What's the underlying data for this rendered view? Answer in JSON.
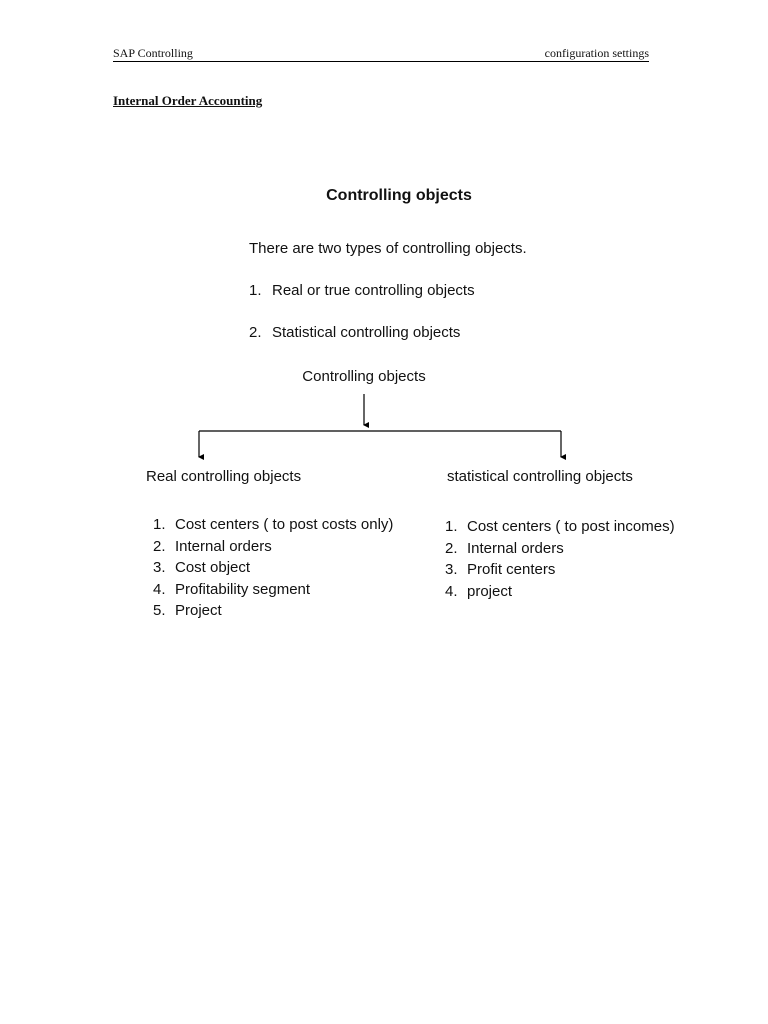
{
  "header": {
    "left": "SAP Controlling",
    "right": "configuration settings"
  },
  "section_title": "Internal Order Accounting",
  "figure": {
    "title": "Controlling objects",
    "intro": "There are two types of controlling objects.",
    "types": [
      {
        "num": "1.",
        "label": "Real or true controlling objects"
      },
      {
        "num": "2.",
        "label": "Statistical controlling objects"
      }
    ],
    "tree": {
      "root": "Controlling objects",
      "left": {
        "label": "Real controlling objects",
        "items": [
          {
            "num": "1.",
            "label": "Cost centers ( to post costs only)"
          },
          {
            "num": "2.",
            "label": "Internal orders"
          },
          {
            "num": "3.",
            "label": "Cost object"
          },
          {
            "num": "4.",
            "label": "Profitability segment"
          },
          {
            "num": "5.",
            "label": "Project"
          }
        ]
      },
      "right": {
        "label": "statistical controlling objects",
        "items": [
          {
            "num": "1.",
            "label": "Cost centers ( to post incomes)"
          },
          {
            "num": "2.",
            "label": "Internal orders"
          },
          {
            "num": "3.",
            "label": "Profit centers"
          },
          {
            "num": "4.",
            "label": "project"
          }
        ]
      }
    }
  }
}
